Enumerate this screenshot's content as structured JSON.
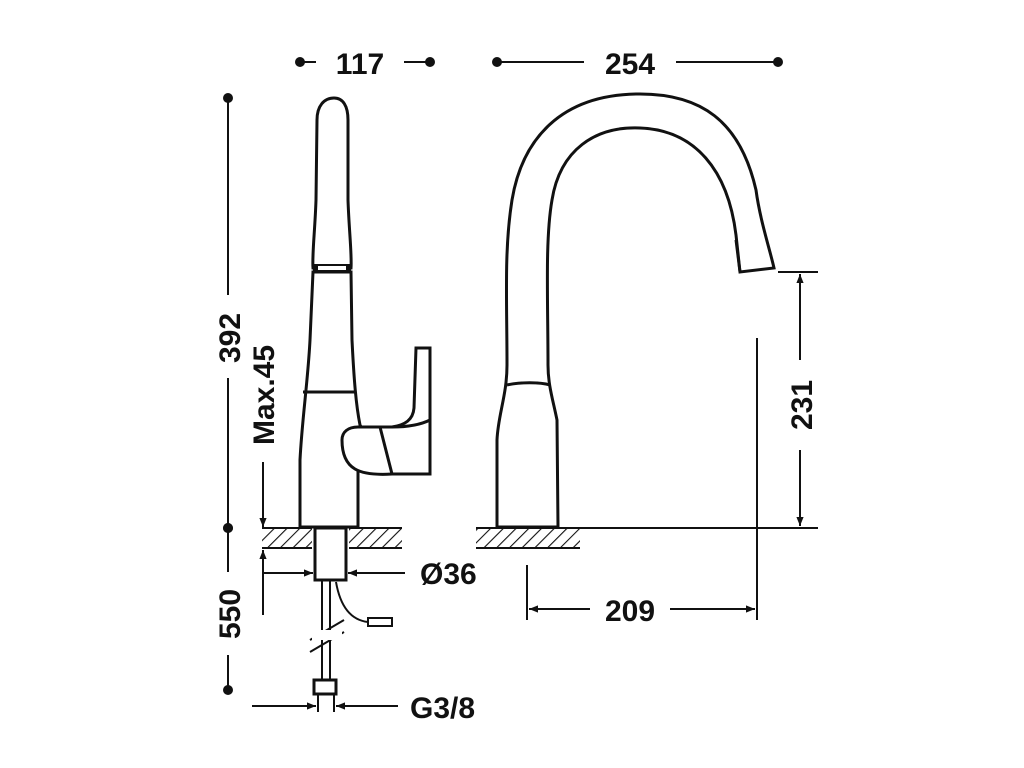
{
  "dimensions": {
    "width_side": "117",
    "width_front": "254",
    "height_total": "392",
    "counter_thickness": "Max.45",
    "spout_height": "231",
    "body_diameter": "Ø36",
    "spout_reach": "209",
    "hose_length": "550",
    "connection_thread": "G3/8"
  },
  "colors": {
    "line": "#111111",
    "background": "#ffffff"
  }
}
